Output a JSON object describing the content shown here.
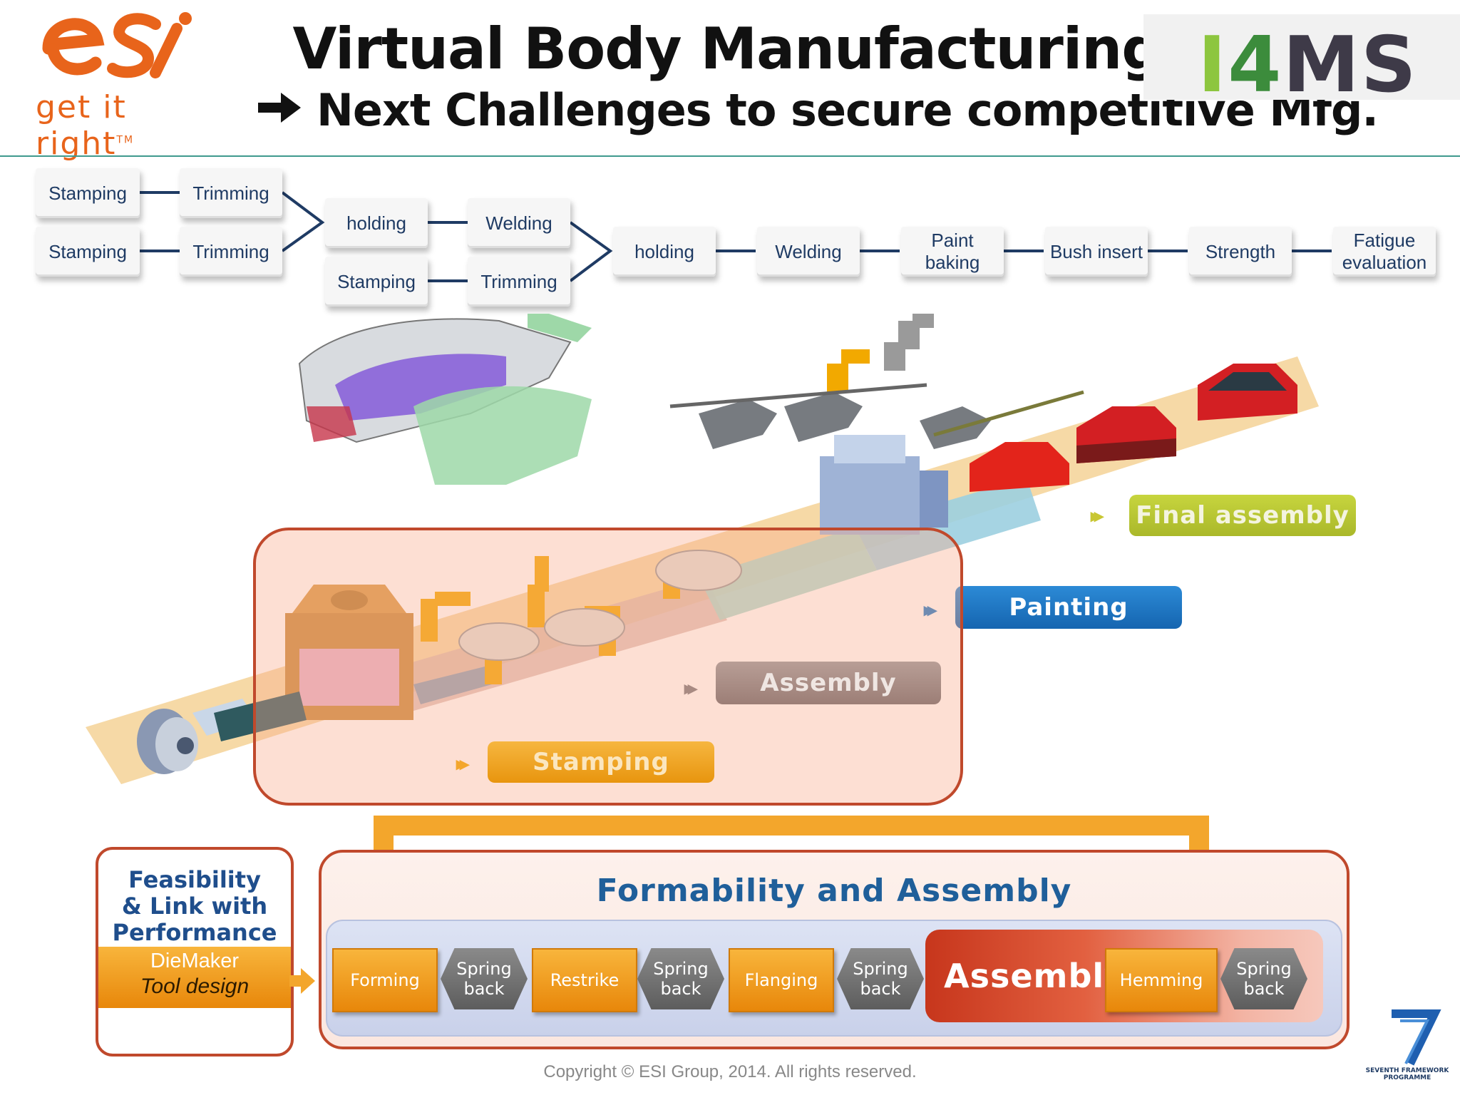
{
  "header": {
    "logo_tagline": "get it right",
    "logo_tm": "TM",
    "title": "Virtual Body Manufacturing",
    "subtitle": "Next Challenges to secure competitive Mfg.",
    "partner_logo": {
      "prefix": "I",
      "four": "4",
      "suffix": "MS"
    }
  },
  "process_chain": {
    "row1a": [
      "Stamping",
      "Trimming"
    ],
    "row1b": [
      "Stamping",
      "Trimming"
    ],
    "row2": [
      "holding",
      "Welding"
    ],
    "row2b": [
      "Stamping",
      "Trimming"
    ],
    "row3": [
      "holding",
      "Welding",
      "Paint\nbaking",
      "Bush insert",
      "Strength",
      "Fatigue\nevaluation"
    ]
  },
  "stages": {
    "final_assembly": "Final assembly",
    "painting": "Painting",
    "assembly": "Assembly",
    "stamping": "Stamping"
  },
  "feasibility": {
    "title": "Feasibility\n& Link with\nPerformance",
    "tool": "DieMaker",
    "tool_sub": "Tool design"
  },
  "formability": {
    "title": "Formability and Assembly",
    "assembly_label": "Assembly",
    "steps": [
      "Forming",
      "Spring\nback",
      "Restrike",
      "Spring\nback",
      "Flanging",
      "Spring\nback",
      "Hemming",
      "Spring\nback"
    ]
  },
  "footer": {
    "copyright": "Copyright © ESI Group, 2014. All rights reserved.",
    "fp7_line1": "SEVENTH FRAMEWORK",
    "fp7_line2": "PROGRAMME"
  },
  "colors": {
    "brand_orange": "#e8641b",
    "process_text": "#1f3b64",
    "final_assembly": "#b8c832",
    "painting": "#1a78c8",
    "assembly": "#a88a82",
    "stamping": "#f3a62c",
    "highlight_border": "#c0492c"
  }
}
